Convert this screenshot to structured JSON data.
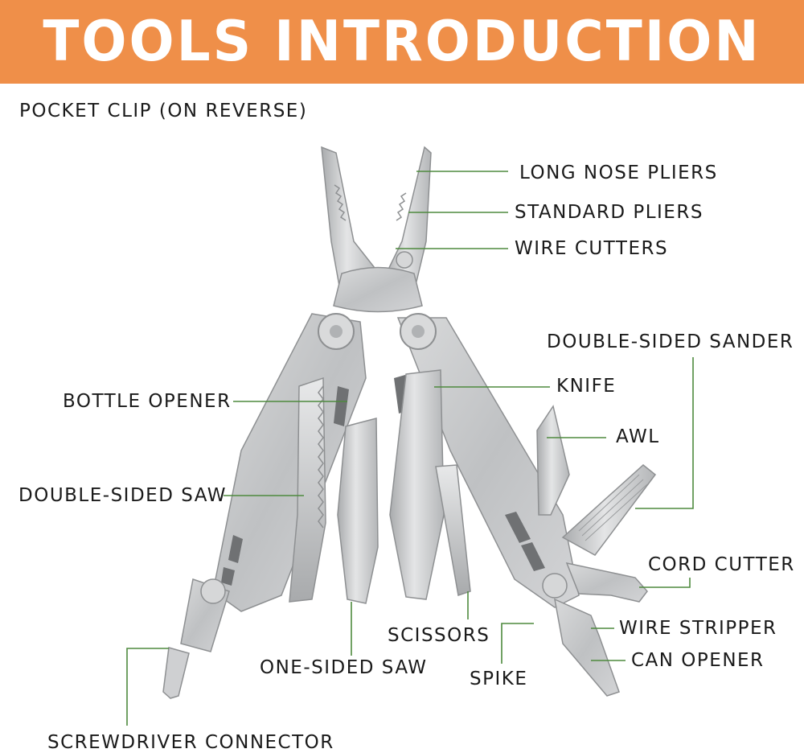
{
  "title": "TOOLS INTRODUCTION",
  "colors": {
    "banner": "#ef8f49",
    "leader_line": "#4e8a3e",
    "steel": "#c9cacb"
  },
  "labels": {
    "pocket_clip": "POCKET CLIP (ON REVERSE)",
    "long_nose_pliers": "LONG NOSE PLIERS",
    "standard_pliers": "STANDARD PLIERS",
    "wire_cutters": "WIRE CUTTERS",
    "double_sided_sander": "DOUBLE-SIDED SANDER",
    "knife": "KNIFE",
    "awl": "AWL",
    "bottle_opener": "BOTTLE OPENER",
    "double_sided_saw": "DOUBLE-SIDED SAW",
    "cord_cutter": "CORD CUTTER",
    "wire_stripper": "WIRE STRIPPER",
    "can_opener": "CAN OPENER",
    "scissors": "SCISSORS",
    "one_sided_saw": "ONE-SIDED SAW",
    "spike": "SPIKE",
    "screwdriver_connector": "SCREWDRIVER CONNECTOR"
  }
}
